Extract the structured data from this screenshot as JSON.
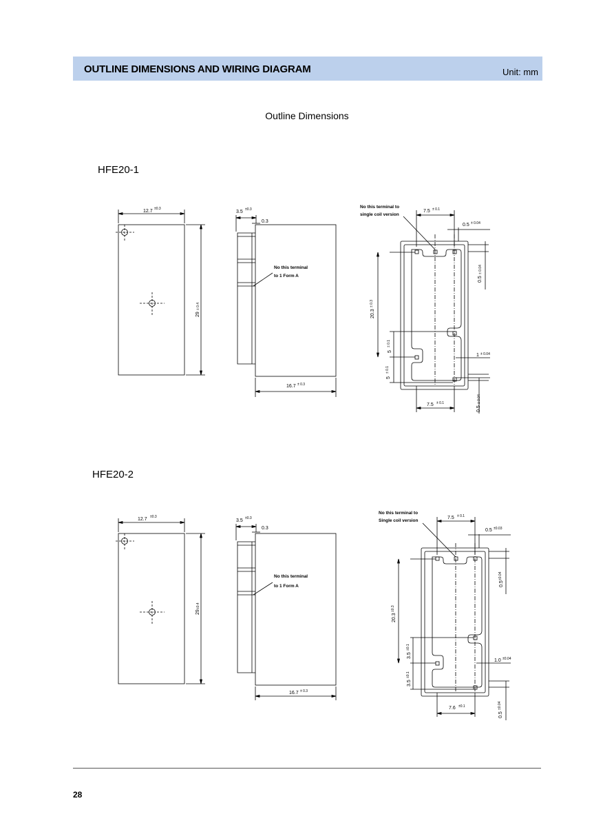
{
  "header": {
    "title": "OUTLINE DIMENSIONS AND WIRING DIAGRAM",
    "unit": "Unit: mm",
    "bg_color": "#bcd0ec"
  },
  "section_title": "Outline Dimensions",
  "hfe20_1": {
    "model": "HFE20-1",
    "front": {
      "width": "12.7",
      "width_tol": "±0.3",
      "height": "29",
      "height_tol": "± 0.4"
    },
    "side": {
      "top": "3.5",
      "top_tol": "±0.3",
      "gap": "0.3",
      "depth": "16.7",
      "depth_tol": "± 0.3",
      "note_l1": "No this terminal",
      "note_l2": "to 1 Form A"
    },
    "bottom": {
      "note_l1": "No this terminal to",
      "note_l2": "single coil version",
      "top_pitch": "7.5",
      "top_pitch_tol": "± 0.1",
      "right_top": "0.5",
      "right_top_tol": "± 0.04",
      "right_vert": "0.5",
      "right_vert_tol": "± 0.04",
      "left_span": "20.3",
      "left_span_tol": "± 0.3",
      "left_mid": "5",
      "left_mid_tol": "± 0.1",
      "left_low": "5",
      "left_low_tol": "± 0.1",
      "right_mid": "1",
      "right_mid_tol": "± 0.04",
      "bot_pitch": "7.5",
      "bot_pitch_tol": "± 0.1",
      "right_bot": "0.5",
      "right_bot_tol": "± 0.04"
    }
  },
  "hfe20_2": {
    "model": "HFE20-2",
    "front": {
      "width": "12.7",
      "width_tol": "±0.3",
      "height": "29",
      "height_tol": "±0.4"
    },
    "side": {
      "top": "3.5",
      "top_tol": "±0.3",
      "gap": "0.3",
      "depth": "16.7",
      "depth_tol": "± 0.3",
      "note_l1": "No this terminal",
      "note_l2": "to 1 Form A"
    },
    "bottom": {
      "note_l1": "No this terminal to",
      "note_l2": "Single coil version",
      "top_pitch": "7.5",
      "top_pitch_tol": "± 0.1",
      "right_top": "0.5",
      "right_top_tol": "±0.03",
      "right_vert": "0.5",
      "right_vert_tol": "±0.04",
      "left_span": "20.3",
      "left_span_tol": "±0.3",
      "left_mid": "3.5",
      "left_mid_tol": "±0.1",
      "left_low": "3.5",
      "left_low_tol": "±0.1",
      "right_mid": "1.0",
      "right_mid_tol": "±0.04",
      "bot_pitch": "7.6",
      "bot_pitch_tol": "±0.1",
      "right_bot": "0.5",
      "right_bot_tol": "±0.04"
    }
  },
  "footer": {
    "page_number": "28"
  }
}
